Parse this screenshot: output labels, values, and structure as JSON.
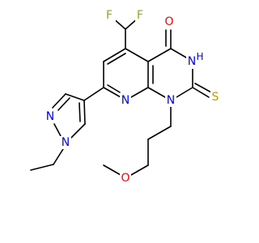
{
  "colors": {
    "carbon": "#000000",
    "nitrogen": "#0000ff",
    "oxygen": "#ff0000",
    "sulfur": "#b8a000",
    "fluorine": "#90b000"
  },
  "atoms": {
    "f1": "F",
    "f2": "F",
    "o_carbonyl": "O",
    "n_h": "N",
    "h": "H",
    "s": "S",
    "n_pyridine": "N",
    "n1": "N",
    "n_pyrazole_2": "N",
    "n_pyrazole_1": "N",
    "o_methoxy": "O"
  }
}
